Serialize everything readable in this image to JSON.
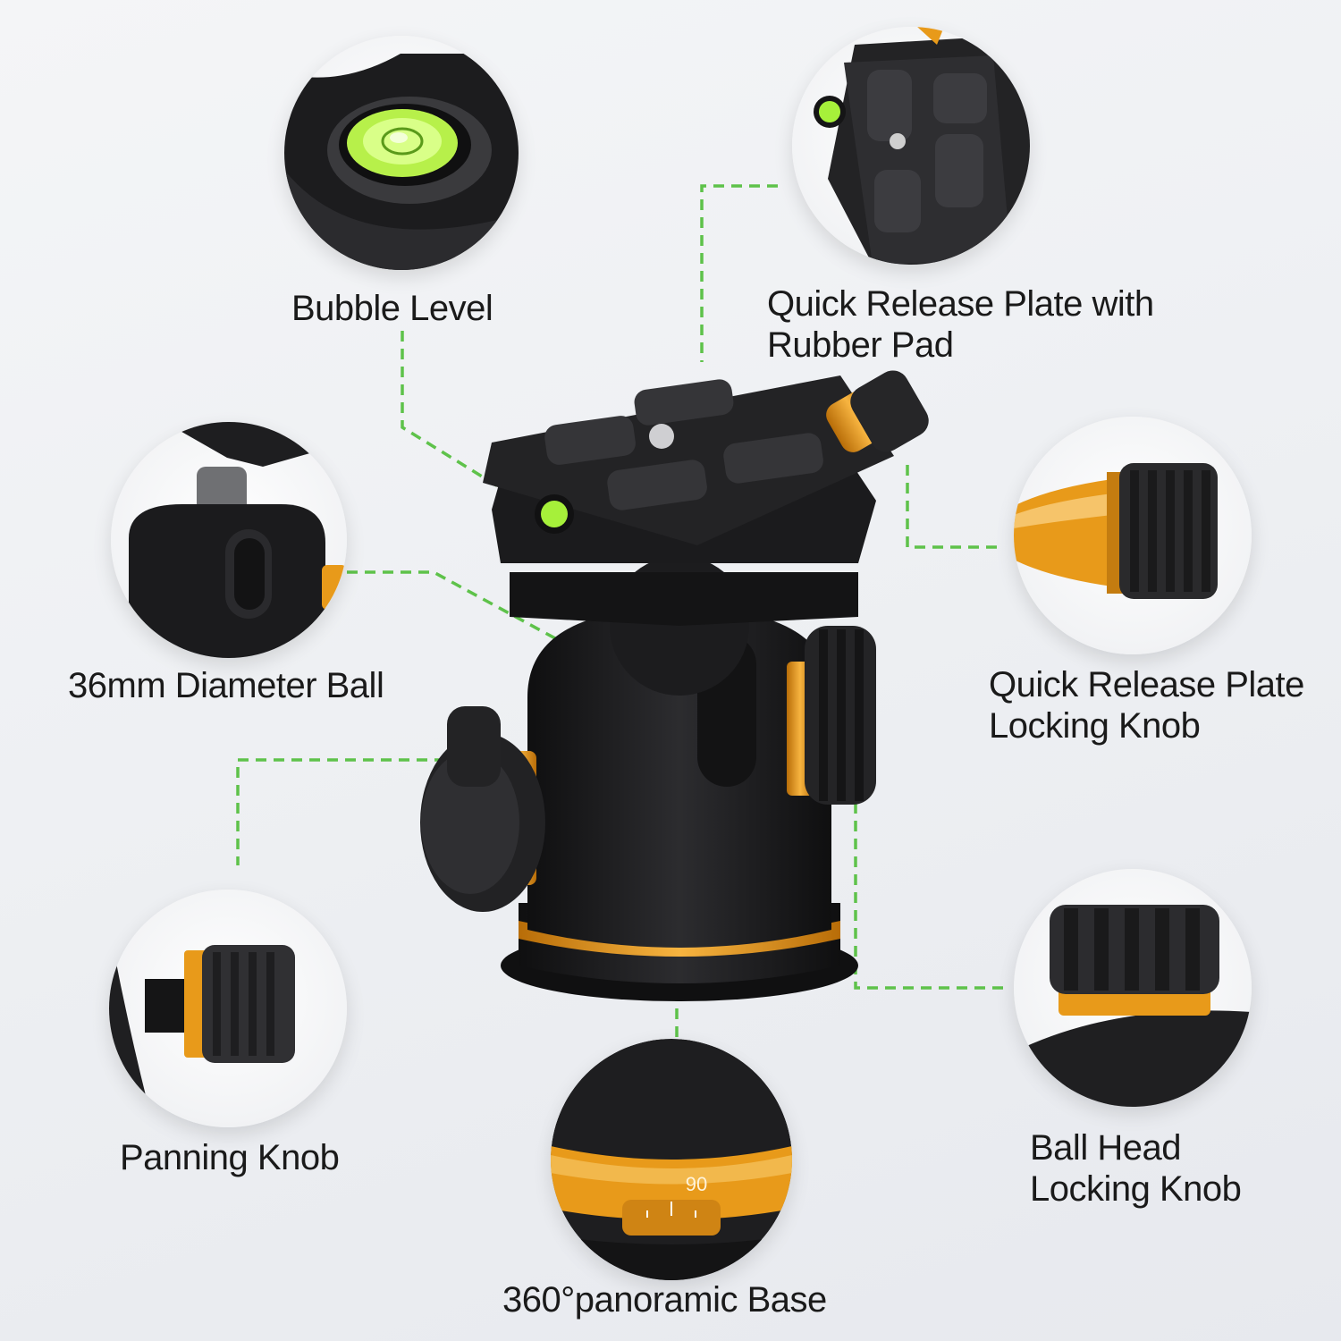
{
  "features": {
    "bubble_level": {
      "label": "Bubble Level",
      "icon": "bubble-level-icon"
    },
    "quick_release_plate": {
      "line1": "Quick Release Plate with",
      "line2": "Rubber Pad",
      "icon": "quick-release-plate-icon"
    },
    "diameter_ball": {
      "label": "36mm Diameter Ball",
      "icon": "ball-icon"
    },
    "plate_locking_knob": {
      "line1": "Quick Release Plate",
      "line2": "Locking Knob",
      "icon": "locking-knob-icon"
    },
    "panning_knob": {
      "label": "Panning Knob",
      "icon": "panning-knob-icon"
    },
    "ball_head_locking_knob": {
      "line1": "Ball Head",
      "line2": "Locking Knob",
      "icon": "ball-head-knob-icon"
    },
    "panoramic_base": {
      "label": "360°panoramic Base",
      "scale_mark": "90",
      "icon": "panoramic-base-icon"
    }
  },
  "colors": {
    "leader_line": "#5ec24a",
    "body_black": "#1b1c1e",
    "accent_orange": "#e89a1a",
    "bubble_green": "#a6f03a"
  }
}
